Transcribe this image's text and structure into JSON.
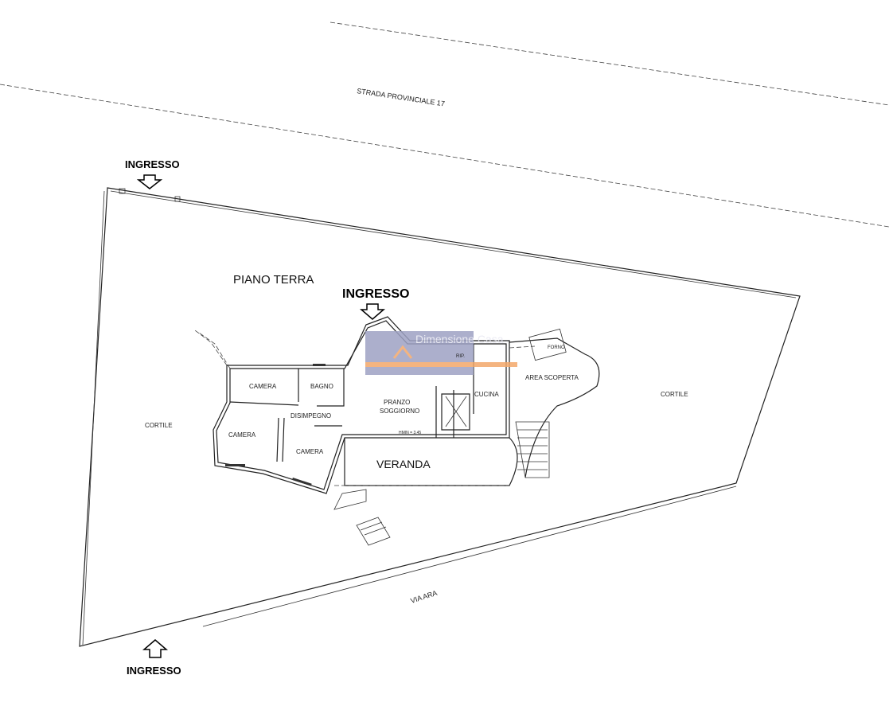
{
  "labels": {
    "road_top": "STRADA  PROVINCIALE  17",
    "road_bottom": "VIA  ARA",
    "floor": "PIANO  TERRA",
    "entrance_top": "INGRESSO",
    "entrance_house": "INGRESSO",
    "entrance_bottom": "INGRESSO",
    "courtyard_left": "CORTILE",
    "courtyard_right": "CORTILE",
    "room_camera_1": "CAMERA",
    "room_bagno": "BAGNO",
    "room_disimpegno": "DISIMPEGNO",
    "room_camera_2": "CAMERA",
    "room_camera_3": "CAMERA",
    "room_pranzo": "PRANZO",
    "room_soggiorno": "SOGGIORNO",
    "height_note": "HMIN = 3.45",
    "room_rip": "RIP.",
    "room_cucina": "CUCINA",
    "room_area_scoperta": "AREA SCOPERTA",
    "room_forno": "FORNO",
    "room_veranda": "VERANDA"
  },
  "watermark": "Dimensione Casa",
  "colors": {
    "watermark_bg": "#9ea2c4",
    "watermark_stripe": "#f3a86a"
  }
}
